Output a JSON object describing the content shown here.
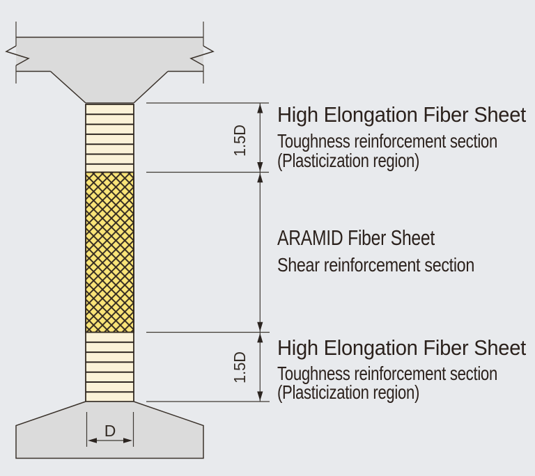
{
  "diagram": {
    "description": "Pier column fiber sheet reinforcement diagram",
    "sections": {
      "top": {
        "title": "High Elongation Fiber Sheet",
        "subtitle": "Toughness reinforcement section",
        "note": "(Plasticization region)",
        "dimension": "1.5D",
        "pattern": "horizontal-bands"
      },
      "middle": {
        "title": "ARAMID Fiber Sheet",
        "subtitle": "Shear reinforcement section",
        "pattern": "crosshatch"
      },
      "bottom": {
        "title": "High Elongation Fiber Sheet",
        "subtitle": "Toughness reinforcement section",
        "note": "(Plasticization region)",
        "dimension": "1.5D",
        "pattern": "horizontal-bands"
      }
    },
    "width_dimension": "D",
    "colors": {
      "background": "#E8EAED",
      "concrete": "#DBDBDB",
      "band_sheet_fill": "#FBF2D8",
      "aramid_sheet_fill": "#F9E478",
      "outline": "#3A322B",
      "text": "#2B211C"
    }
  }
}
